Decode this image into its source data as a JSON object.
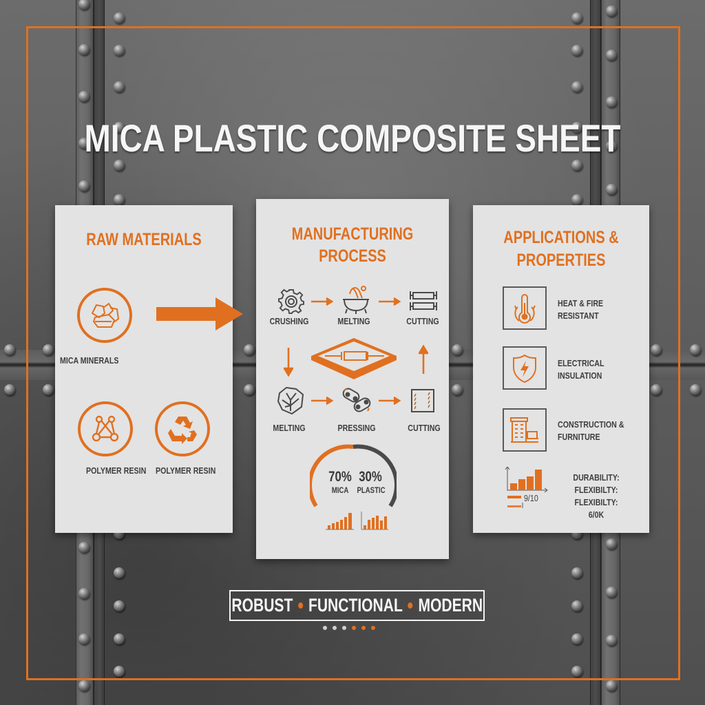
{
  "title": "MICA PLASTIC COMPOSITE SHEET",
  "colors": {
    "accent": "#e07020",
    "panel_bg": "#e3e3e3",
    "text_dark": "#3e3e3e",
    "title_text": "#f6f6f6",
    "gauge_plastic": "#4a4a4a"
  },
  "raw_materials": {
    "heading": "RAW MATERIALS",
    "items": [
      {
        "label": "MICA MINERALS",
        "icon": "crystals-icon"
      },
      {
        "label": "POLYMER RESIN",
        "icon": "molecule-icon"
      },
      {
        "label": "POLYMER RESIN",
        "icon": "recycle-icon"
      }
    ]
  },
  "manufacturing": {
    "heading_line1": "MANUFACTURING",
    "heading_line2": "PROCESS",
    "top_row": [
      {
        "label": "CRUSHING",
        "icon": "gear-icon"
      },
      {
        "label": "MELTING",
        "icon": "cauldron-icon"
      },
      {
        "label": "CUTTING",
        "icon": "rollers-icon"
      }
    ],
    "center_icon": "sheet-press-icon",
    "bottom_row": [
      {
        "label": "MELTING",
        "icon": "crushed-rock-icon"
      },
      {
        "label": "PRESSING",
        "icon": "conveyor-icon"
      },
      {
        "label": "CUTTING",
        "icon": "sheet-cut-icon"
      }
    ],
    "composition": {
      "mica_percent": "70%",
      "mica_label": "MICA",
      "plastic_percent": "30%",
      "plastic_label": "PLASTIC"
    },
    "mini_charts": [
      {
        "icon": "rising-bar-chart-icon",
        "values": [
          2,
          3,
          4,
          5,
          6,
          8
        ]
      },
      {
        "icon": "bar-chart-icon",
        "values": [
          2,
          5,
          6,
          7,
          5,
          7
        ]
      }
    ]
  },
  "applications": {
    "heading_line1": "APPLICATIONS &",
    "heading_line2": "PROPERTIES",
    "items": [
      {
        "line1": "HEAT & FIRE",
        "line2": "RESISTANT",
        "icon": "thermometer-fire-icon"
      },
      {
        "line1": "ELECTRICAL",
        "line2": "INSULATION",
        "icon": "shield-bolt-icon"
      },
      {
        "line1": "CONSTRUCTION &",
        "line2": "FURNITURE",
        "icon": "building-furniture-icon"
      }
    ],
    "ratings": {
      "chart_values": [
        2,
        3,
        4,
        5
      ],
      "bar_score": "9/10",
      "lines": [
        "DURABILITY:",
        "FLEXIBILTY:",
        "FLEXIBILTY:",
        "6/0K"
      ]
    }
  },
  "tagline": {
    "words": [
      "ROBUST",
      "FUNCTIONAL",
      "MODERN"
    ]
  },
  "pager": {
    "dots": [
      "#d0d0d0",
      "#d0d0d0",
      "#d0d0d0",
      "#e07020",
      "#e07020",
      "#e07020"
    ]
  }
}
